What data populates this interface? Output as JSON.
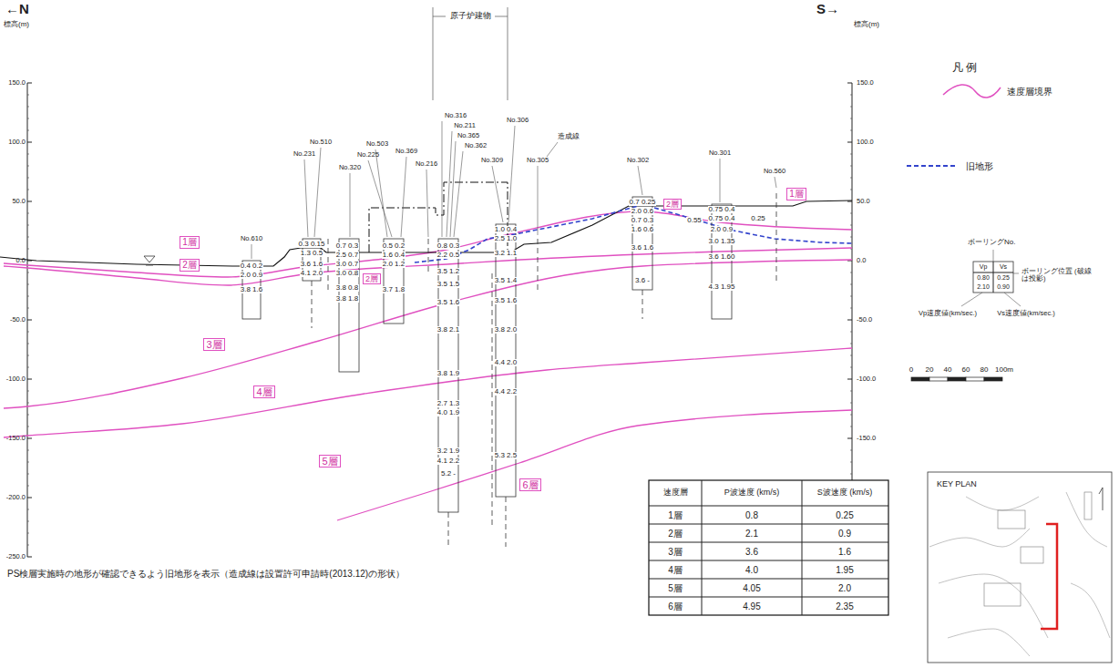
{
  "diagram": {
    "caption": "PS検層実施時の地形が確認できるよう旧地形を表示（造成線は設置許可申請時(2013.12)の形状）",
    "nodes": [
      {
        "text": [
          "1層"
        ]
      },
      {
        "text": [
          "2層"
        ]
      },
      {
        "text": [
          "3層"
        ]
      },
      {
        "text": [
          "4層"
        ]
      },
      {
        "text": [
          "5層"
        ]
      },
      {
        "text": [
          "2層"
        ]
      },
      {
        "text": [
          "6層"
        ]
      },
      {
        "text": [
          "2層"
        ]
      },
      {
        "text": [
          "1層"
        ]
      }
    ],
    "labels": [
      "←N",
      "S→",
      "標高(m)",
      "標高(m)",
      "原子炉建物",
      "150.0",
      "100.0",
      "50.0",
      "0.0",
      "-50.0",
      "-100.0",
      "-150.0",
      "-200.0",
      "-250.0",
      "150.0",
      "100.0",
      "50.0",
      "0.0",
      "-50.0",
      "-100.0",
      "-150.0",
      "凡 例",
      "ボーリングNo.",
      "Vp",
      "Vs",
      "0.80",
      "0.25",
      "2.10",
      "0.90",
      "ボーリング位置 (破線は投影)",
      "Vp速度値(km/sec.)",
      "Vs速度値(km/sec.)",
      "0",
      "20",
      "40",
      "60",
      "80",
      "100m",
      "KEY PLAN",
      "速度層",
      "P波速度 (km/s)",
      "S波速度 (km/s)",
      "1層",
      "0.8",
      "0.25",
      "2層",
      "2.1",
      "0.9",
      "3層",
      "3.6",
      "1.6",
      "4層",
      "4.0",
      "1.95",
      "5層",
      "4.05",
      "2.0",
      "6層",
      "4.95",
      "2.35",
      "No.610",
      "No.510",
      "No.231",
      "No.320",
      "No.503",
      "No.225",
      "No.369",
      "No.216",
      "No.316",
      "No.211",
      "No.365",
      "No.362",
      "No.306",
      "No.309",
      "No.305",
      "No.302",
      "No.301",
      "No.560",
      "造成線",
      "0.4 0.2",
      "2.0 0.9",
      "3.8 1.6",
      "0.3 0.15",
      "1.3 0.5",
      "3.6 1.6",
      "4.1 2.0",
      "0.7 0.3",
      "2.5 0.7",
      "3.0 0.7",
      "3.0 0.8",
      "3.8 0.8",
      "3.8 1.8",
      "0.5 0.2",
      "1.6 0.4",
      "2.0 1.2",
      "3.7 1.8",
      "0.8 0.3",
      "2.2 0.5",
      "3.5 1.2",
      "3.5 1.5",
      "3.5 1.6",
      "3.8 2.1",
      "3.8 1.9",
      "2.7 1.3",
      "4.0 1.9",
      "3.2 1.9",
      "4.1 2.2",
      "5.2 -",
      "1.0 0.4",
      "2.5 1.0",
      "3.2 1.1",
      "3.5 1.4",
      "3.5 1.6",
      "3.8 2.0",
      "4.4 2.0",
      "4.4 2.2",
      "5.3 2.5",
      "0.7 0.25",
      "2.0 0.6",
      "0.7 0.3",
      "1.6 0.6",
      "3.6 1.6",
      "3.6 -",
      "0.75 0.4",
      "0.55",
      "0.75 0.4",
      "0.25",
      "2.0 0.9",
      "3.0 1.35",
      "3.6 1.60",
      "4.3 1.95"
    ],
    "legend": [
      {
        "text": "速度層境界"
      },
      {
        "text": "旧地形"
      }
    ]
  }
}
